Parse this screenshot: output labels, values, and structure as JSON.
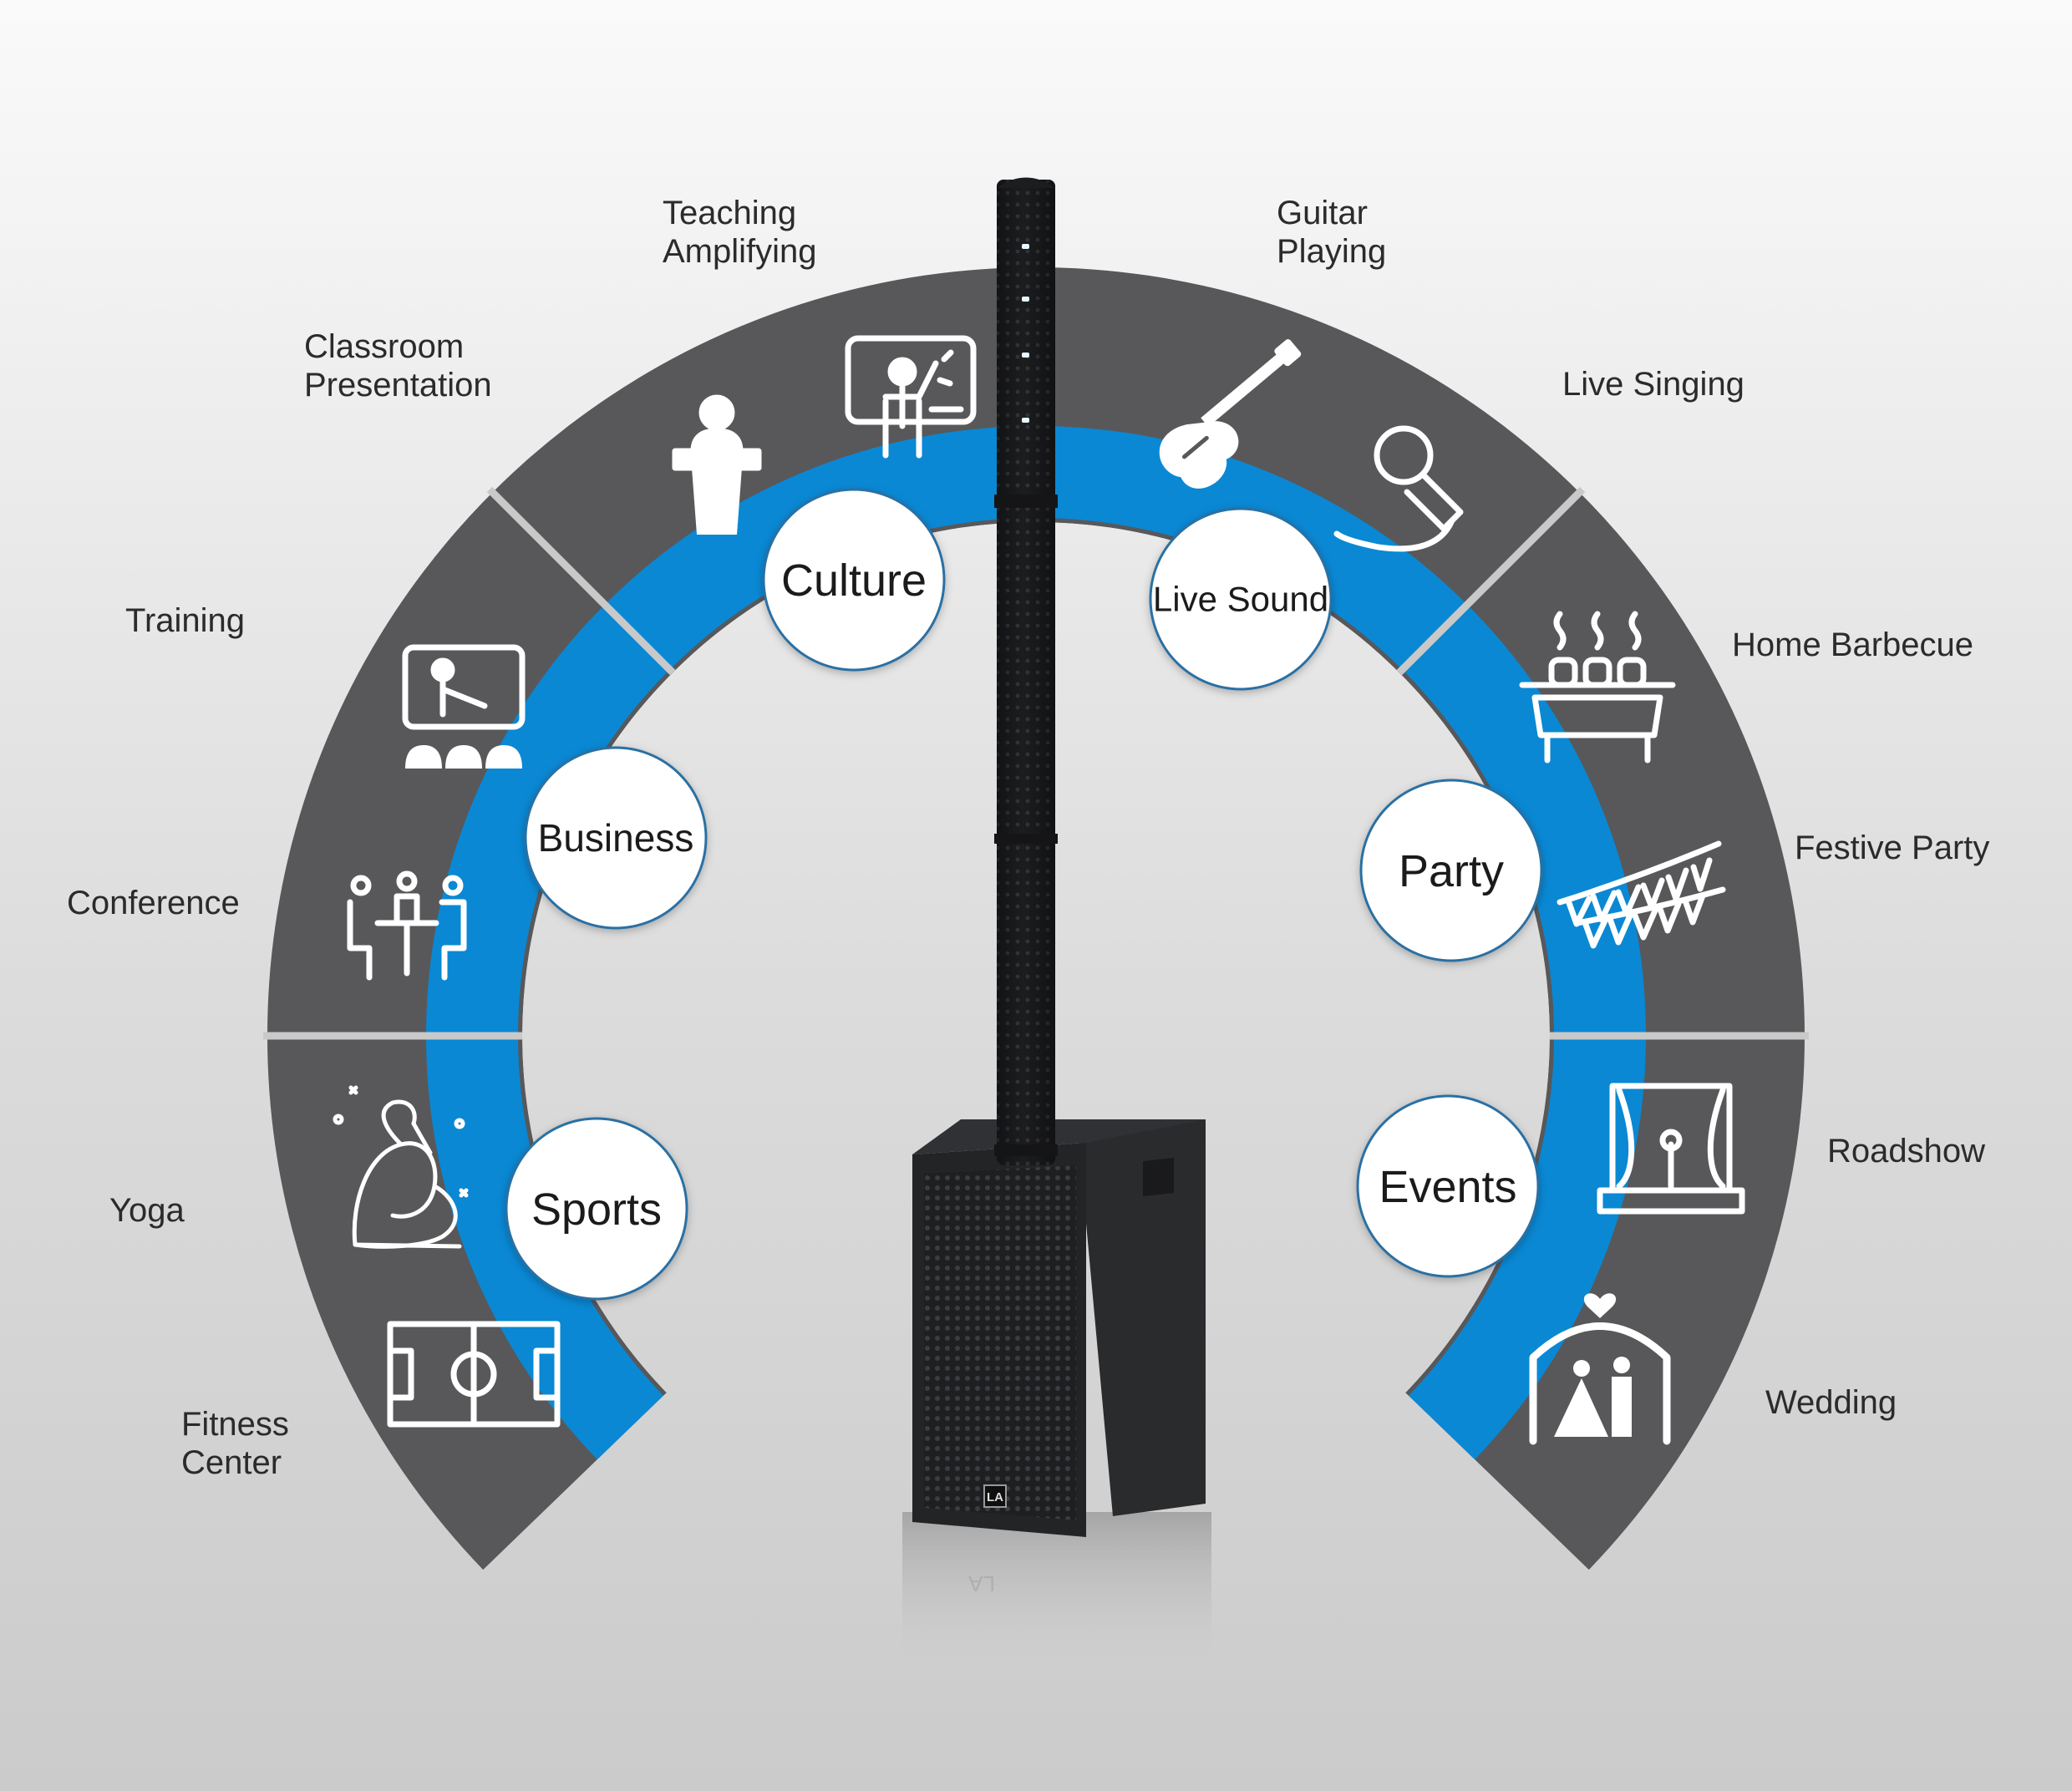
{
  "colors": {
    "sector": "#58585a",
    "divider": "#c9c9c9",
    "ring": "#0a88d4",
    "circle_fill": "#ffffff",
    "icon": "#ffffff",
    "text": "#2b2b2b",
    "speaker": "#232426"
  },
  "categories": [
    {
      "name": "Culture",
      "subs": [
        {
          "lines": [
            "Teaching",
            "Amplifying"
          ],
          "icon": "teacher-board-icon"
        },
        {
          "lines": [
            "Classroom",
            "Presentation"
          ],
          "icon": "lectern-speaker-icon"
        }
      ]
    },
    {
      "name": "Live Sound",
      "subs": [
        {
          "lines": [
            "Guitar",
            "Playing"
          ],
          "icon": "electric-guitar-icon"
        },
        {
          "lines": [
            "Live Singing"
          ],
          "icon": "microphone-icon"
        }
      ]
    },
    {
      "name": "Business",
      "subs": [
        {
          "lines": [
            "Training"
          ],
          "icon": "training-screen-icon"
        },
        {
          "lines": [
            "Conference"
          ],
          "icon": "conference-table-icon"
        }
      ]
    },
    {
      "name": "Party",
      "subs": [
        {
          "lines": [
            "Home Barbecue"
          ],
          "icon": "barbecue-grill-icon"
        },
        {
          "lines": [
            "Festive Party"
          ],
          "icon": "bunting-flags-icon"
        }
      ]
    },
    {
      "name": "Sports",
      "subs": [
        {
          "lines": [
            "Yoga"
          ],
          "icon": "yoga-pose-icon"
        },
        {
          "lines": [
            "Fitness",
            "Center"
          ],
          "icon": "soccer-field-icon"
        }
      ]
    },
    {
      "name": "Events",
      "subs": [
        {
          "lines": [
            "Roadshow"
          ],
          "icon": "stage-curtain-icon"
        },
        {
          "lines": [
            "Wedding"
          ],
          "icon": "wedding-couple-icon"
        }
      ]
    }
  ],
  "product": {
    "logo": "LA"
  }
}
